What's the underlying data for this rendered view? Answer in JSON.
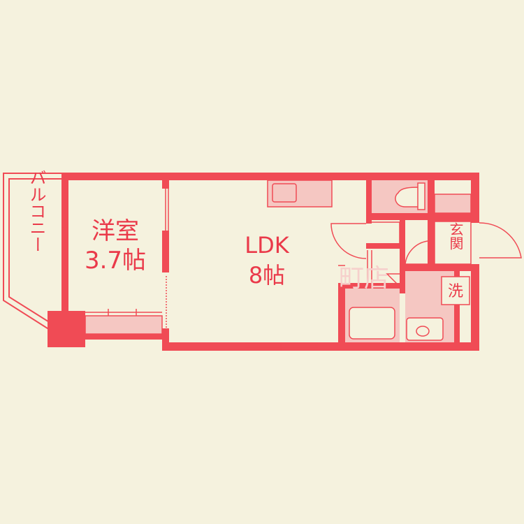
{
  "colors": {
    "background": "#f5f2de",
    "wall": "#f04b55",
    "fixture_fill": "#f5c7c2",
    "fixture_line": "#f04b55",
    "text": "#ea3a4a",
    "watermark": "#f6d0cc"
  },
  "rooms": {
    "balcony": {
      "name": "バルコニー"
    },
    "western_room": {
      "name": "洋室",
      "size": "3.7帖"
    },
    "ldk": {
      "name": "LDK",
      "size": "8帖"
    },
    "entrance": {
      "name": "玄関"
    },
    "washroom": {
      "name": "洗"
    }
  },
  "watermark": {
    "text": "町店"
  },
  "icons": [
    "kitchen-sink-icon",
    "toilet-icon",
    "bathtub-icon",
    "wash-basin-icon",
    "door-swing-icon"
  ]
}
